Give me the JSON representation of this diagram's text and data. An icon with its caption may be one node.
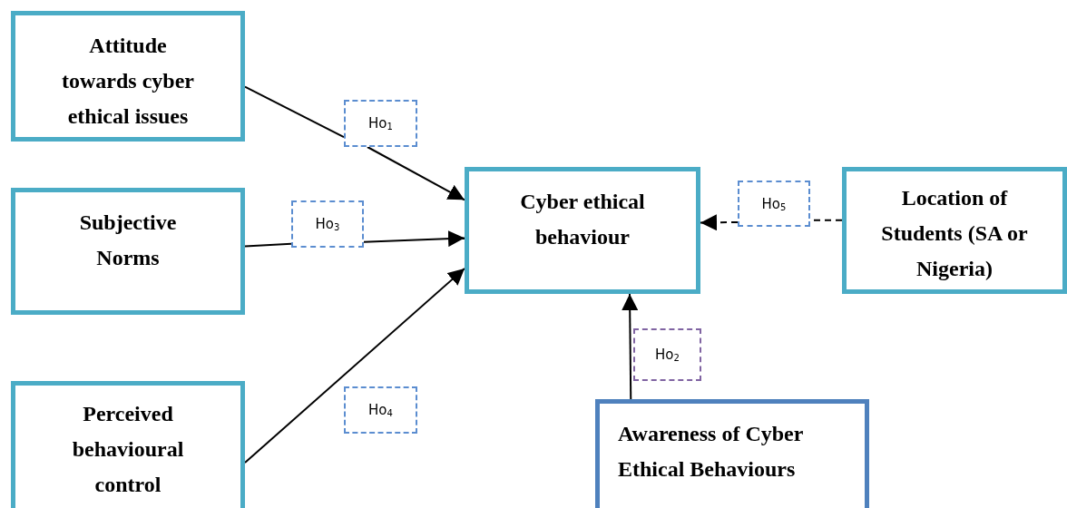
{
  "diagram": {
    "nodes": [
      {
        "text": [
          "Attitude towards cyber ethical issues"
        ]
      },
      {
        "text": [
          "Ho$_{1}$"
        ]
      },
      {
        "text": [
          "Cyber ethical behaviour"
        ]
      },
      {
        "text": [
          "Ho$_{5}$"
        ]
      },
      {
        "text": [
          "Location of Students (SA or Nigeria)"
        ]
      },
      {
        "text": [
          "Subjective Norms"
        ]
      },
      {
        "text": [
          "Ho$_{3}$"
        ]
      },
      {
        "text": [
          "Ho$_{2}$"
        ]
      },
      {
        "text": [
          "Ho$_{4}$"
        ]
      },
      {
        "text": [
          "Perceived behavioural control"
        ]
      },
      {
        "text": [
          "Awareness of Cyber Ethical Behaviours"
        ]
      }
    ],
    "edges": [
      {
        "from": 0,
        "to": 1,
        "arrow": "none"
      },
      {
        "from": 1,
        "to": 2,
        "arrow": "to"
      },
      {
        "from": 5,
        "to": 6,
        "arrow": "none"
      },
      {
        "from": 6,
        "to": 2,
        "arrow": "to"
      },
      {
        "from": 9,
        "to": 2,
        "arrow": "to"
      },
      {
        "from": 10,
        "to": 2,
        "arrow": "to"
      },
      {
        "from": 4,
        "to": 3,
        "arrow": "none",
        "style": "dashed"
      },
      {
        "from": 3,
        "to": 2,
        "arrow": "to",
        "style": "dashed"
      }
    ]
  }
}
